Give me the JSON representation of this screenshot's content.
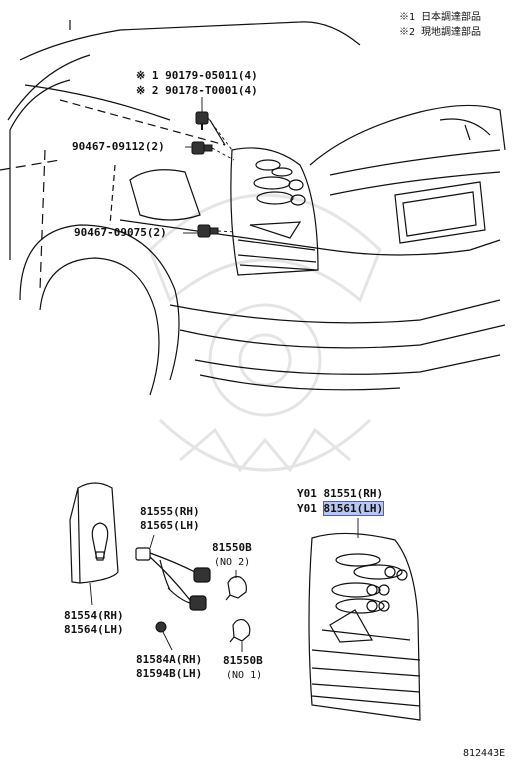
{
  "legend": [
    {
      "mark": "※1",
      "text": "日本調達部品"
    },
    {
      "mark": "※2",
      "text": "現地調達部品"
    }
  ],
  "parts": {
    "clip_note1": "※ 1 90179-05011(4)",
    "clip_note2": "※ 2 90178-T0001(4)",
    "p90467_09112": "90467-09112(2)",
    "p90467_09075": "90467-09075(2)",
    "y01_a": "Y01",
    "lamp_rh": "81551(RH)",
    "y01_b": "Y01",
    "lamp_lh": "81561(LH)",
    "socket_rh": "81555(RH)",
    "socket_lh": "81565(LH)",
    "bulb_1": "81550B",
    "bulb_1_note": "(NO 2)",
    "cover_rh": "81554(RH)",
    "cover_lh": "81564(LH)",
    "grommet_rh": "81584A(RH)",
    "grommet_lh": "81594B(LH)",
    "bulb_2": "81550B",
    "bulb_2_note": "(NO 1)",
    "diagram_code": "812443E"
  }
}
